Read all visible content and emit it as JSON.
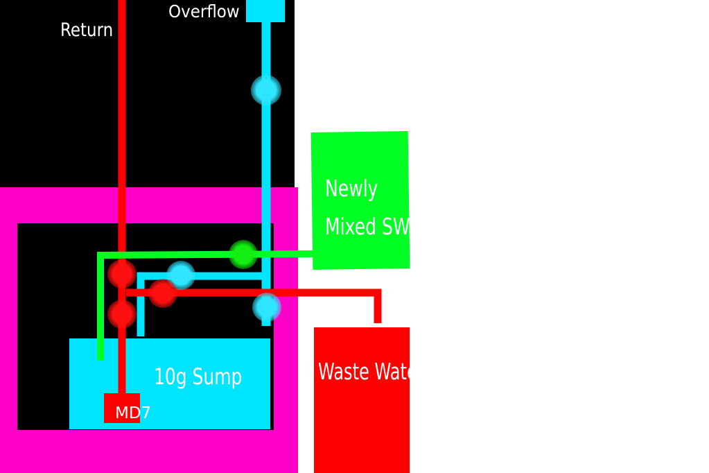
{
  "colors": {
    "background": "#ffffff",
    "cabinet": "#000000",
    "stand": "#ff00c8",
    "water_cyan": "#00e5ff",
    "return_red": "#ff0000",
    "newsw_green": "#00ff22"
  },
  "labels": {
    "overflow": "Overflow",
    "return": "Return",
    "newly_mixed": [
      "Newly",
      "Mixed SW"
    ],
    "waste_water": "Waste Water",
    "sump": "10g Sump",
    "pump": "MD7"
  }
}
